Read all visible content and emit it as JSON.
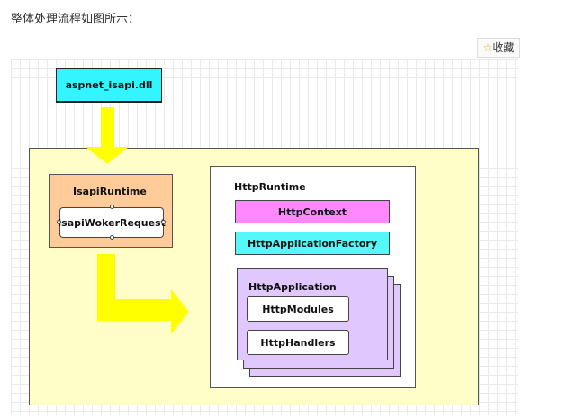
{
  "caption": "整体处理流程如图所示：",
  "favorite": {
    "icon": "star-outline-icon",
    "label": "收藏",
    "star_color": "#e8a30c"
  },
  "diagram": {
    "dll": "aspnet_isapi.dll",
    "isapi_runtime": "IsapiRuntime",
    "worker_request": "IsapiWokerRequest",
    "http_runtime": "HttpRuntime",
    "http_context": "HttpContext",
    "app_factory": "HttpApplicationFactory",
    "http_application": "HttpApplication",
    "http_modules": "HttpModules",
    "http_handlers": "HttpHandlers",
    "colors": {
      "dll": "#33f5ff",
      "outer": "#fffdc8",
      "isapi_runtime": "#ffcc99",
      "http_context": "#ff88ff",
      "app_factory": "#55f8f8",
      "http_application": "#e0c8ff",
      "arrow": "#ffff00"
    }
  }
}
